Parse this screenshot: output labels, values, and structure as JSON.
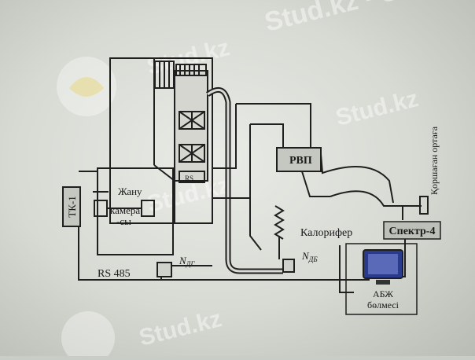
{
  "diagram": {
    "labels": {
      "tk": "ТК-1",
      "zhanu": "Жану",
      "kamera": "камера",
      "kamera_sy": "-сы",
      "rs_box": "RS",
      "rvp": "РВП",
      "kalorifer": "Калорифер",
      "n_dg": "N",
      "n_dg_sub": "ДГ",
      "n_db": "N",
      "n_db_sub": "ДБ",
      "rs485": "RS 485",
      "spektr": "Спектр-4",
      "korshagan": "Қоршаған ортаға",
      "abzh": "АБЖ",
      "bolmesi": "бөлмесі"
    },
    "watermarks": [
      "Stud.kz",
      "Stud.kz - Stud",
      "Stud.kz",
      "Stud.kz",
      "Stud.kz"
    ],
    "colors": {
      "line": "#1f1f1f",
      "box_fill": "#c4c8c0",
      "monitor": "#2a3a8c"
    }
  }
}
